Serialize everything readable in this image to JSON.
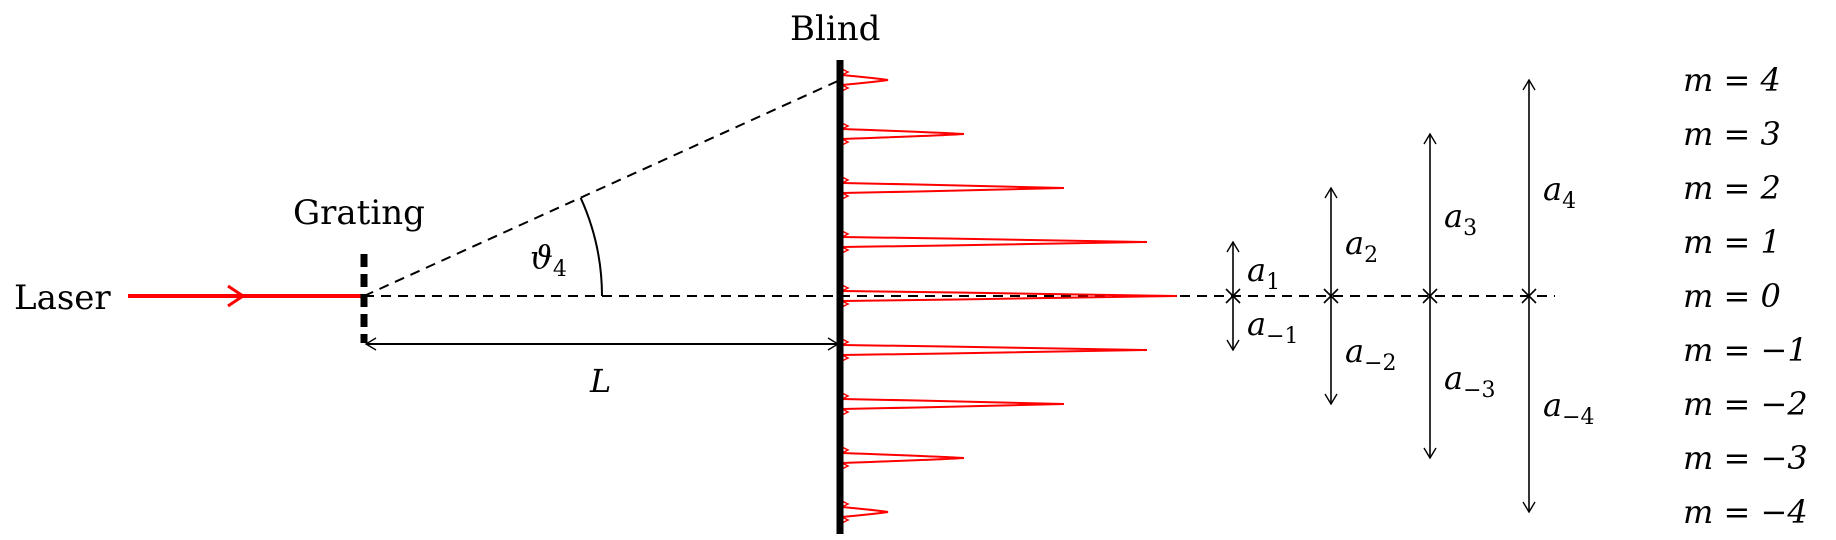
{
  "labels": {
    "laser": "Laser",
    "grating": "Grating",
    "blind": "Blind",
    "distance": "L",
    "angle_symbol": "ϑ",
    "angle_index": "4"
  },
  "distance_symbol": "a",
  "colors": {
    "laser_beam": "#ff0000",
    "intensity_peaks": "#ff0000",
    "lines": "#000000"
  },
  "orders": [
    {
      "label": "m = 4",
      "index": "4",
      "m": 4
    },
    {
      "label": "m = 3",
      "index": "3",
      "m": 3
    },
    {
      "label": "m = 2",
      "index": "2",
      "m": 2
    },
    {
      "label": "m = 1",
      "index": "1",
      "m": 1
    },
    {
      "label": "m = 0",
      "index": "0",
      "m": 0
    },
    {
      "label": "m = −1",
      "index": "−1",
      "m": -1
    },
    {
      "label": "m = −2",
      "index": "−2",
      "m": -2
    },
    {
      "label": "m = −3",
      "index": "−3",
      "m": -3
    },
    {
      "label": "m = −4",
      "index": "−4",
      "m": -4
    }
  ]
}
